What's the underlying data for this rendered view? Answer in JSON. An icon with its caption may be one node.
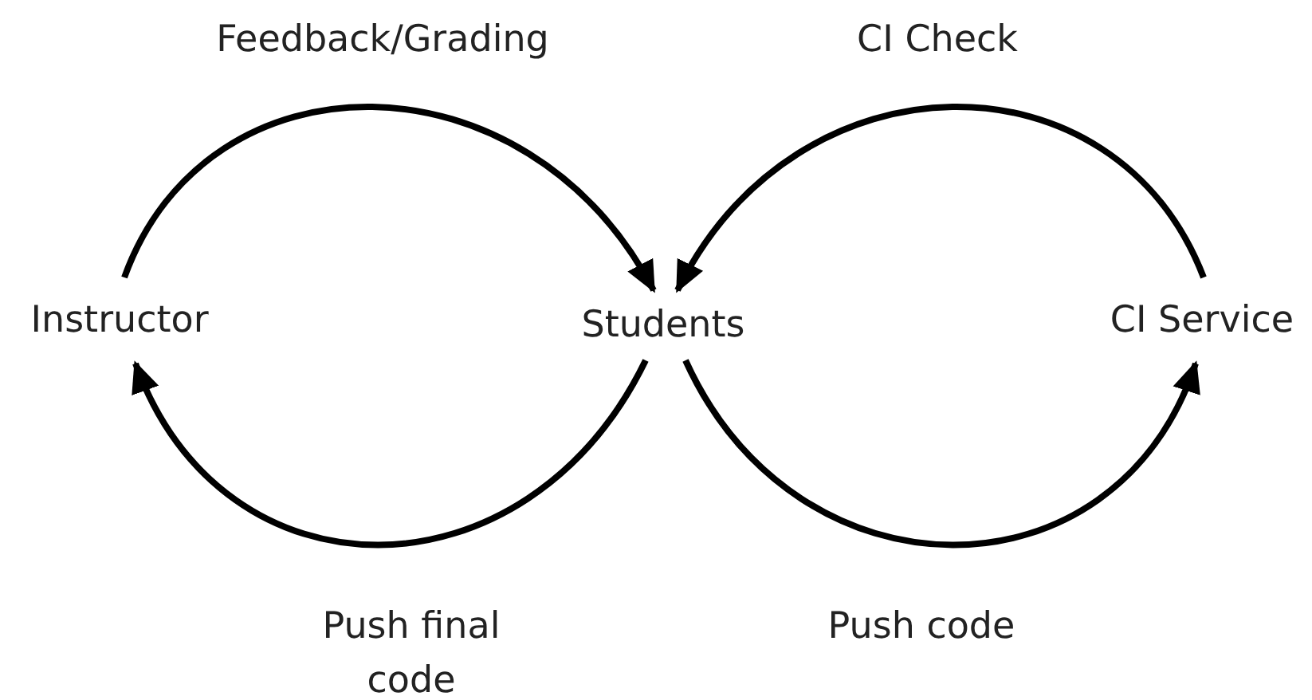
{
  "diagram": {
    "nodes": [
      {
        "text": [
          "Instructor"
        ]
      },
      {
        "text": [
          "Students"
        ]
      },
      {
        "text": [
          "CI Service"
        ]
      }
    ],
    "edges": [
      {
        "from": 0,
        "to": 1,
        "arrow": "to",
        "label": "Feedback/Grading"
      },
      {
        "from": 2,
        "to": 1,
        "arrow": "to",
        "label": "CI Check"
      },
      {
        "from": 1,
        "to": 0,
        "arrow": "to",
        "label": "Push final code"
      },
      {
        "from": 1,
        "to": 2,
        "arrow": "to",
        "label": "Push code"
      }
    ]
  }
}
